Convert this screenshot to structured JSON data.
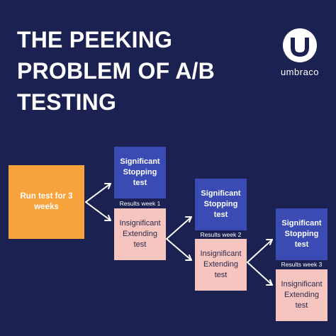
{
  "title": {
    "lines": [
      "THE PEEKING",
      "PROBLEM OF A/B",
      "TESTING"
    ]
  },
  "logo": {
    "icon": "umbraco-u-icon",
    "text": "umbraco"
  },
  "colors": {
    "background": "#1b2150",
    "run": "#f7a23a",
    "significant": "#3a4bb4",
    "insignificant": "#f6c5c0",
    "arrow": "#ffffff"
  },
  "diagram": {
    "start": "Run test for 3 weeks",
    "stages": [
      {
        "significant": [
          "Significant",
          "Stopping test"
        ],
        "label": "Results week 1",
        "insignificant": [
          "Insignificant",
          "Extending test"
        ]
      },
      {
        "significant": [
          "Significant",
          "Stopping test"
        ],
        "label": "Results week 2",
        "insignificant": [
          "Insignificant",
          "Extending test"
        ]
      },
      {
        "significant": [
          "Significant",
          "Stopping test"
        ],
        "label": "Results week 3",
        "insignificant": [
          "Insignificant",
          "Extending test"
        ]
      }
    ]
  }
}
